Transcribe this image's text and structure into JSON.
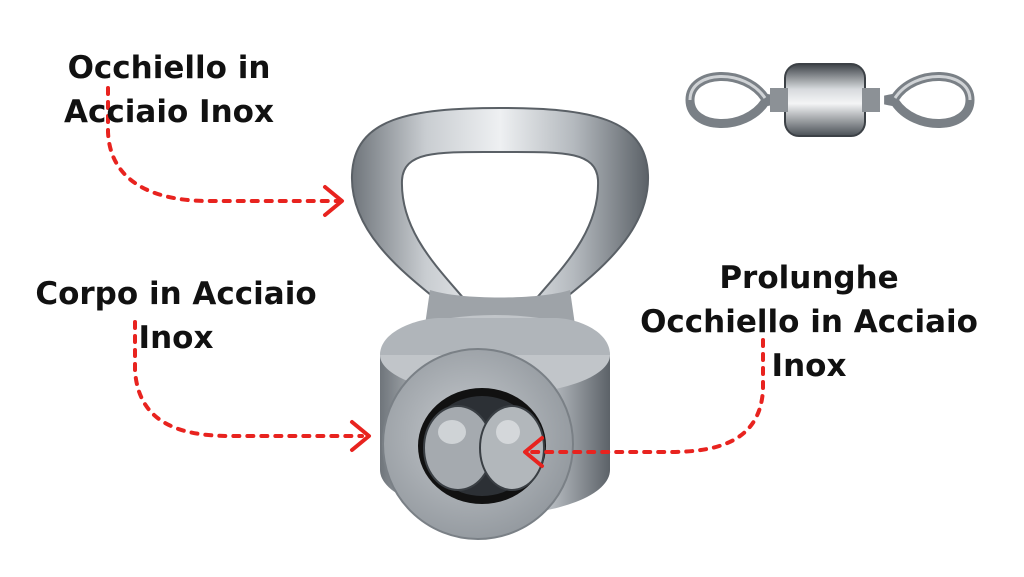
{
  "labels": {
    "eye": "Occhiello in Acciaio Inox",
    "body": "Corpo in Acciaio Inox",
    "extensions": "Prolunghe Occhiello in Acciaio Inox"
  },
  "colors": {
    "arrow": "#e8231f",
    "steel_light": "#d9dcdf",
    "steel_mid": "#a7acb1",
    "steel_dark": "#5e646a"
  }
}
